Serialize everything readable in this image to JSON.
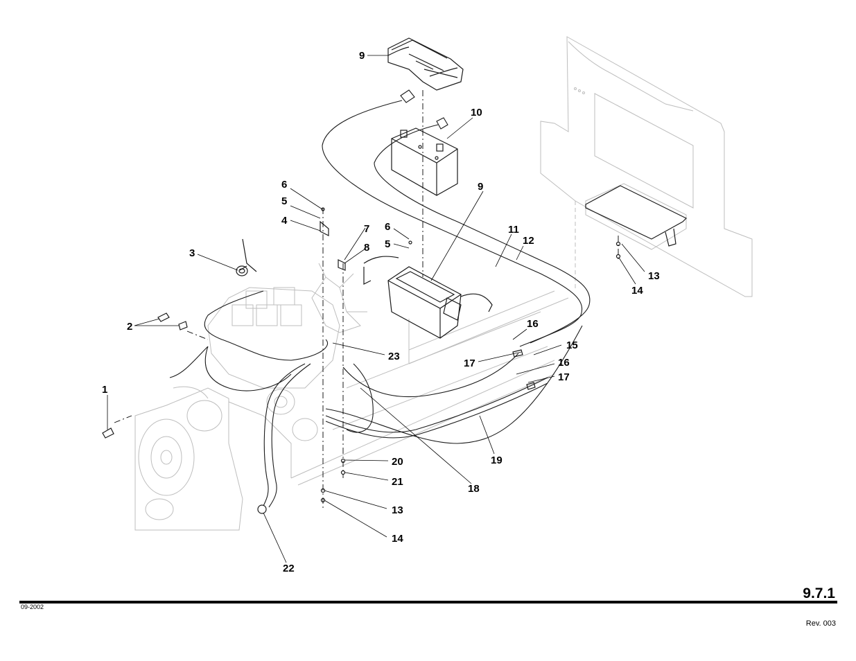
{
  "callouts": [
    "1",
    "2",
    "3",
    "4",
    "5",
    "6",
    "7",
    "8",
    "9",
    "10",
    "11",
    "12",
    "13",
    "14",
    "15",
    "16",
    "17",
    "18",
    "19",
    "20",
    "21",
    "22",
    "23"
  ],
  "footer": {
    "page_number": "9.7.1",
    "date": "09-2002",
    "revision": "Rev. 003"
  }
}
